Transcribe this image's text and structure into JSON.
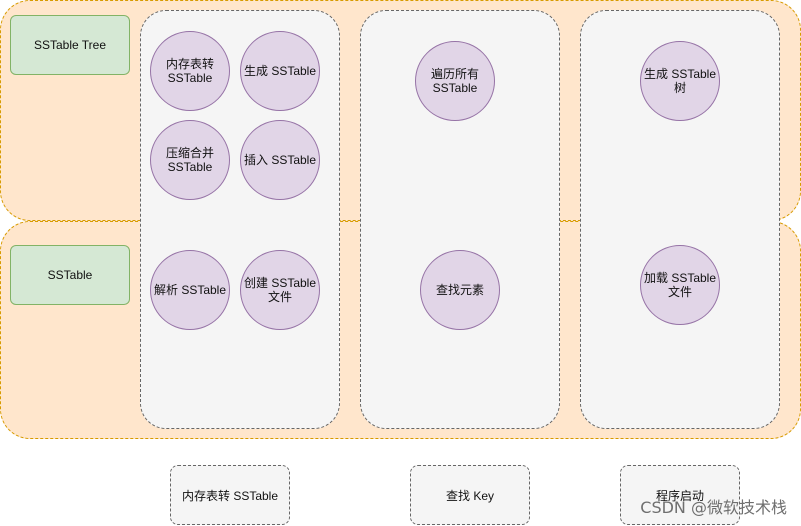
{
  "layers": {
    "tree_label": "SSTable Tree",
    "sstable_label": "SSTable"
  },
  "nodes": {
    "memtable_to_sstable": "内存表转\nSSTable",
    "generate_sstable": "生成 SSTable",
    "compact_merge": "压缩合并\nSSTable",
    "insert_sstable": "插入 SSTable",
    "traverse_all": "遍历所有\nSSTable",
    "generate_tree": "生成 SSTable\n树",
    "parse_sstable": "解析 SSTable",
    "create_file": "创建 SSTable\n文件",
    "find_element": "查找元素",
    "load_file": "加载 SSTable\n文件"
  },
  "footer": {
    "col1": "内存表转 SSTable",
    "col2": "查找 Key",
    "col3": "程序启动"
  },
  "watermark": "CSDN @微软技术栈",
  "colors": {
    "layer_fill": "#ffe6cc",
    "layer_border": "#d79b00",
    "tag_fill": "#d5e8d4",
    "tag_border": "#82b366",
    "node_fill": "#e1d5e7",
    "node_border": "#9673a6",
    "column_fill": "#f5f5f5"
  }
}
